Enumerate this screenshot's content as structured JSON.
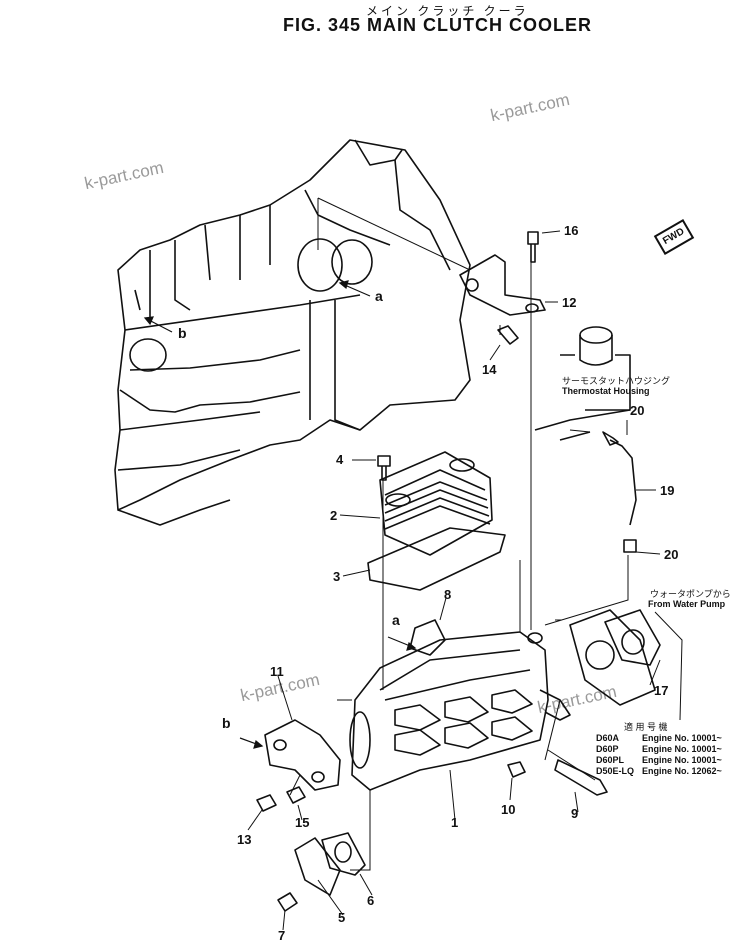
{
  "title_kana": "メイン クラッチ クーラ",
  "title": "FIG. 345  MAIN  CLUTCH  COOLER",
  "watermarks": [
    "k-part.com",
    "k-part.com",
    "k-part.com",
    "k-part.com"
  ],
  "fwd_label": "FWD",
  "callouts": {
    "a1": "a",
    "b1": "b",
    "a2": "a",
    "b2": "b"
  },
  "notes": {
    "thermostat_jp": "サーモスタットハウジング",
    "thermostat_en": "Thermostat  Housing",
    "water_jp": "ウォータポンプから",
    "water_en": "From  Water  Pump"
  },
  "applicability_jp": "適 用 号 機",
  "applicability": [
    {
      "model": "D60A",
      "engine": "Engine No. 10001~"
    },
    {
      "model": "D60P",
      "engine": "Engine No. 10001~"
    },
    {
      "model": "D60PL",
      "engine": "Engine No. 10001~"
    },
    {
      "model": "D50E-LQ",
      "engine": "Engine No. 12062~"
    }
  ],
  "part_labels": [
    "16",
    "12",
    "14",
    "20",
    "19",
    "20",
    "4",
    "2",
    "3",
    "8",
    "11",
    "17",
    "1",
    "10",
    "9",
    "13",
    "15",
    "5",
    "6",
    "7"
  ]
}
